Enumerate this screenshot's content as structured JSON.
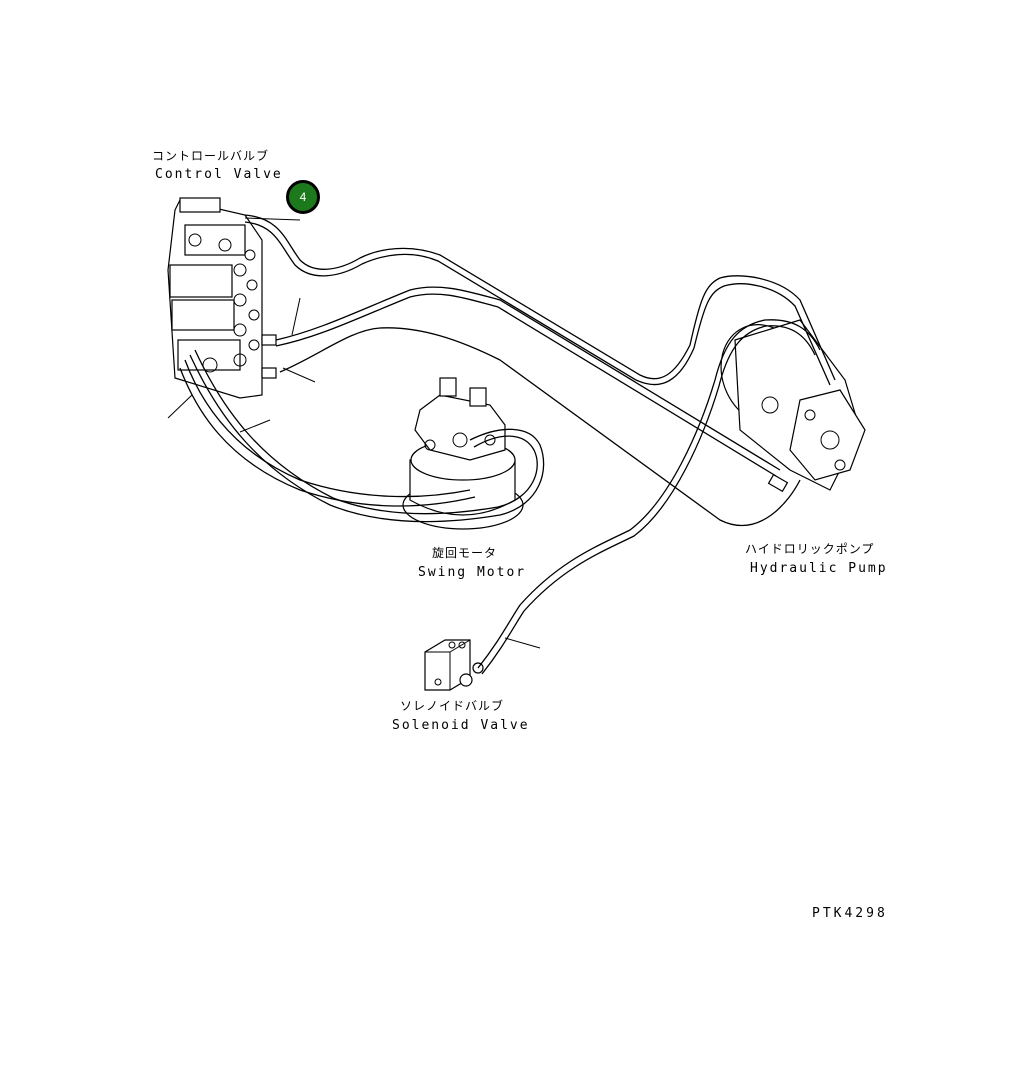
{
  "labels": {
    "control_valve_jp": "コントロールバルブ",
    "control_valve_en": "Control Valve",
    "swing_motor_jp": "旋回モータ",
    "swing_motor_en": "Swing Motor",
    "hydraulic_pump_jp": "ハイドロリックポンプ",
    "hydraulic_pump_en": "Hydraulic Pump",
    "solenoid_valve_jp": "ソレノイドバルブ",
    "solenoid_valve_en": "Solenoid Valve"
  },
  "callout": {
    "number": "4",
    "color": "#1c7a1c"
  },
  "drawing_code": "PTK4298"
}
